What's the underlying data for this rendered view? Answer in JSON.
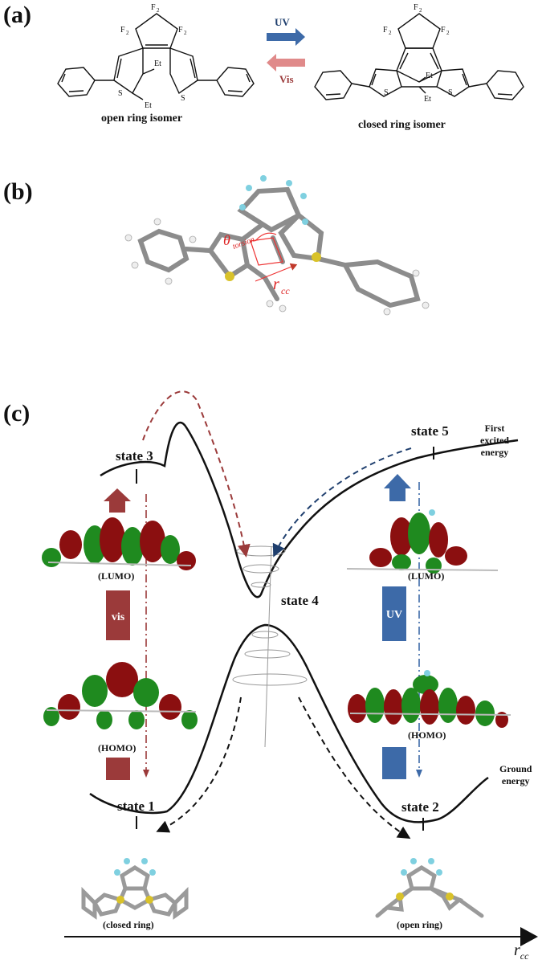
{
  "panel_a": {
    "label": "(a)",
    "uv": "UV",
    "vis": "Vis",
    "open_label": "open ring isomer",
    "closed_label": "closed ring isomer",
    "atoms": {
      "f2": "F",
      "sub2": "2",
      "et": "Et",
      "s": "S"
    }
  },
  "panel_b": {
    "label": "(b)",
    "theta": "θ",
    "theta_sub": "torsion",
    "r": "r",
    "r_sub": "cc"
  },
  "panel_c": {
    "label": "(c)",
    "state1": "state 1",
    "state2": "state 2",
    "state3": "state 3",
    "state4": "state 4",
    "state5": "state 5",
    "first_excited": [
      "First",
      "excited",
      "energy"
    ],
    "ground": [
      "Ground",
      "energy"
    ],
    "lumo_left": "(LUMO)",
    "homo_left": "(HOMO)",
    "lumo_right": "(LUMO)",
    "homo_right": "(HOMO)",
    "vis_box": "vis",
    "uv_box": "UV",
    "closed_ring": "(closed ring)",
    "open_ring": "(open ring)",
    "axis_r": "r",
    "axis_sub": "cc"
  },
  "colors": {
    "red": "#9b3a3a",
    "blue": "#3d6aa8",
    "orbital_red": "#8b0f10",
    "orbital_green": "#1f8a1f"
  }
}
